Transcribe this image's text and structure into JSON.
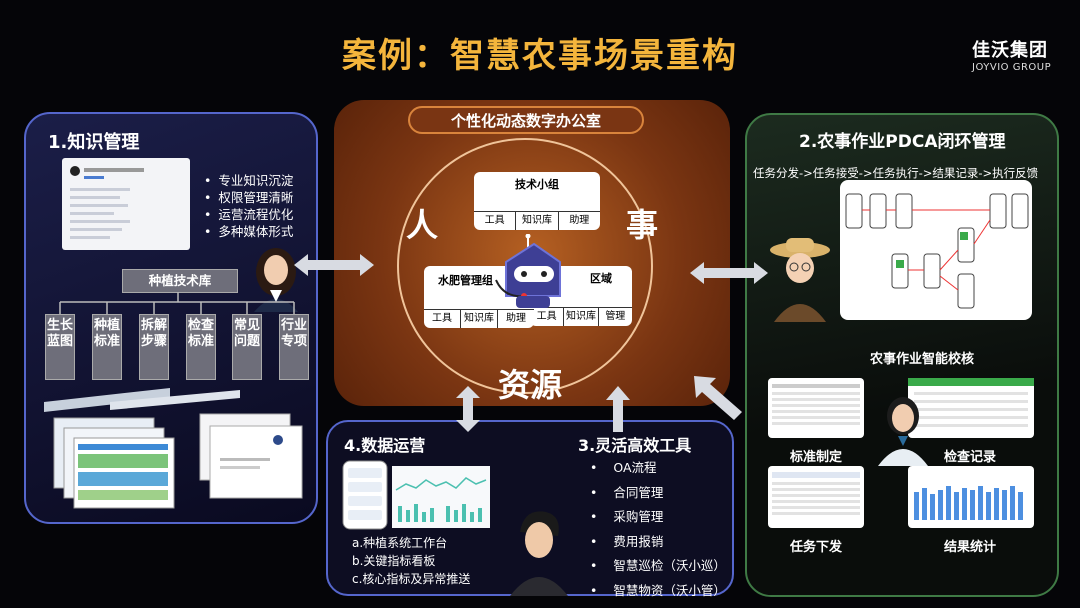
{
  "title": "案例：智慧农事场景重构",
  "logo": {
    "cn": "佳沃集团",
    "en": "JOYVIO GROUP"
  },
  "knowledge": {
    "heading": "1.知识管理",
    "bullets": [
      "专业知识沉淀",
      "权限管理清晰",
      "运营流程优化",
      "多种媒体形式"
    ],
    "library": "种植技术库",
    "categories": [
      "生长蓝图",
      "种植标准",
      "拆解步骤",
      "检查标准",
      "常见问题",
      "行业专项"
    ]
  },
  "center": {
    "title": "个性化动态数字办公室",
    "people": "人",
    "affairs": "事",
    "resources": "资源",
    "groups": [
      {
        "name": "技术小组",
        "tools": [
          "工具",
          "知识库",
          "助理"
        ]
      },
      {
        "name": "水肥管理组",
        "tools": [
          "工具",
          "知识库",
          "助理"
        ]
      },
      {
        "name": "区域",
        "tools": [
          "工具",
          "知识库",
          "管理"
        ]
      }
    ]
  },
  "pdca": {
    "heading": "2.农事作业PDCA闭环管理",
    "flow": "任务分发->任务接受->任务执行->结果记录->执行反馈",
    "check_title": "农事作业智能校核",
    "cards": [
      "标准制定",
      "检查记录",
      "任务下发",
      "结果统计"
    ]
  },
  "data_ops": {
    "heading": "4.数据运营",
    "items": [
      "a.种植系统工作台",
      "b.关键指标看板",
      "c.核心指标及异常推送"
    ]
  },
  "tools": {
    "heading": "3.灵活高效工具",
    "items": [
      "OA流程",
      "合同管理",
      "采购管理",
      "费用报销",
      "智慧巡检（沃小巡）",
      "智慧物资（沃小管）"
    ]
  }
}
